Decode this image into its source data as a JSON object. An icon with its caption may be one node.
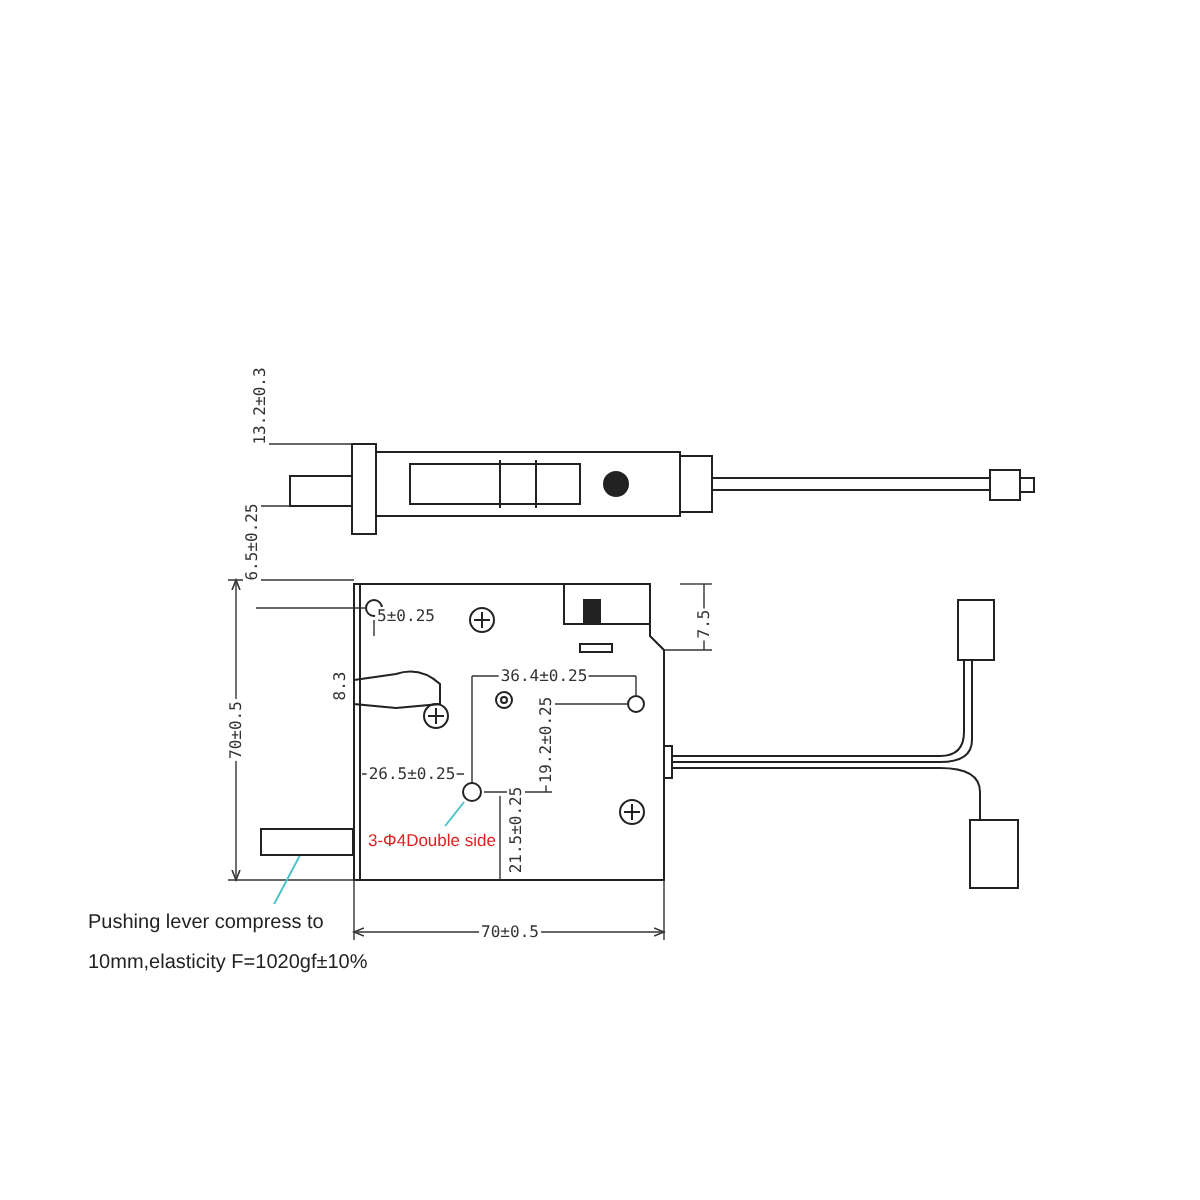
{
  "diagram": {
    "nodes": [
      {
        "text": [
          "3-Φ4Double side"
        ]
      },
      {
        "text": [],
        "shape": "circle"
      },
      {
        "text": [
          "Pushing lever compress to 10mm,elasticity F=1020gf±10%"
        ]
      },
      {
        "text": [],
        "shape": "bar"
      }
    ],
    "edges": [
      {
        "from": 0,
        "to": 1,
        "arrow": "none"
      },
      {
        "from": 2,
        "to": 3,
        "arrow": "none"
      }
    ],
    "labels": [
      "13.2±0.3",
      "6.5±0.25",
      "5±0.25",
      "7.5",
      "8.3",
      "36.4±0.25",
      "70±0.5",
      "19.2±0.25",
      "26.5±0.25",
      "21.5±0.25",
      "70±0.5"
    ]
  }
}
